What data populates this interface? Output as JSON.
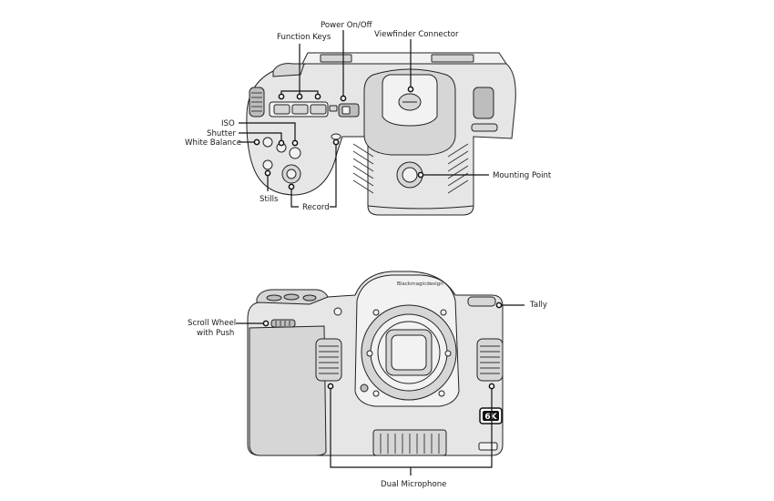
{
  "top_view": {
    "labels": {
      "power": "Power On/Off",
      "function_keys": "Function Keys",
      "viewfinder": "Viewfinder Connector",
      "iso": "ISO",
      "shutter": "Shutter",
      "white_balance": "White Balance",
      "mounting_point": "Mounting Point",
      "stills": "Stills",
      "record": "Record"
    }
  },
  "front_view": {
    "labels": {
      "scroll_wheel_line1": "Scroll Wheel",
      "scroll_wheel_line2": "with Push",
      "tally": "Tally",
      "dual_microphone": "Dual Microphone"
    },
    "brand_text": "Blackmagicdesign",
    "badge": "6K"
  }
}
